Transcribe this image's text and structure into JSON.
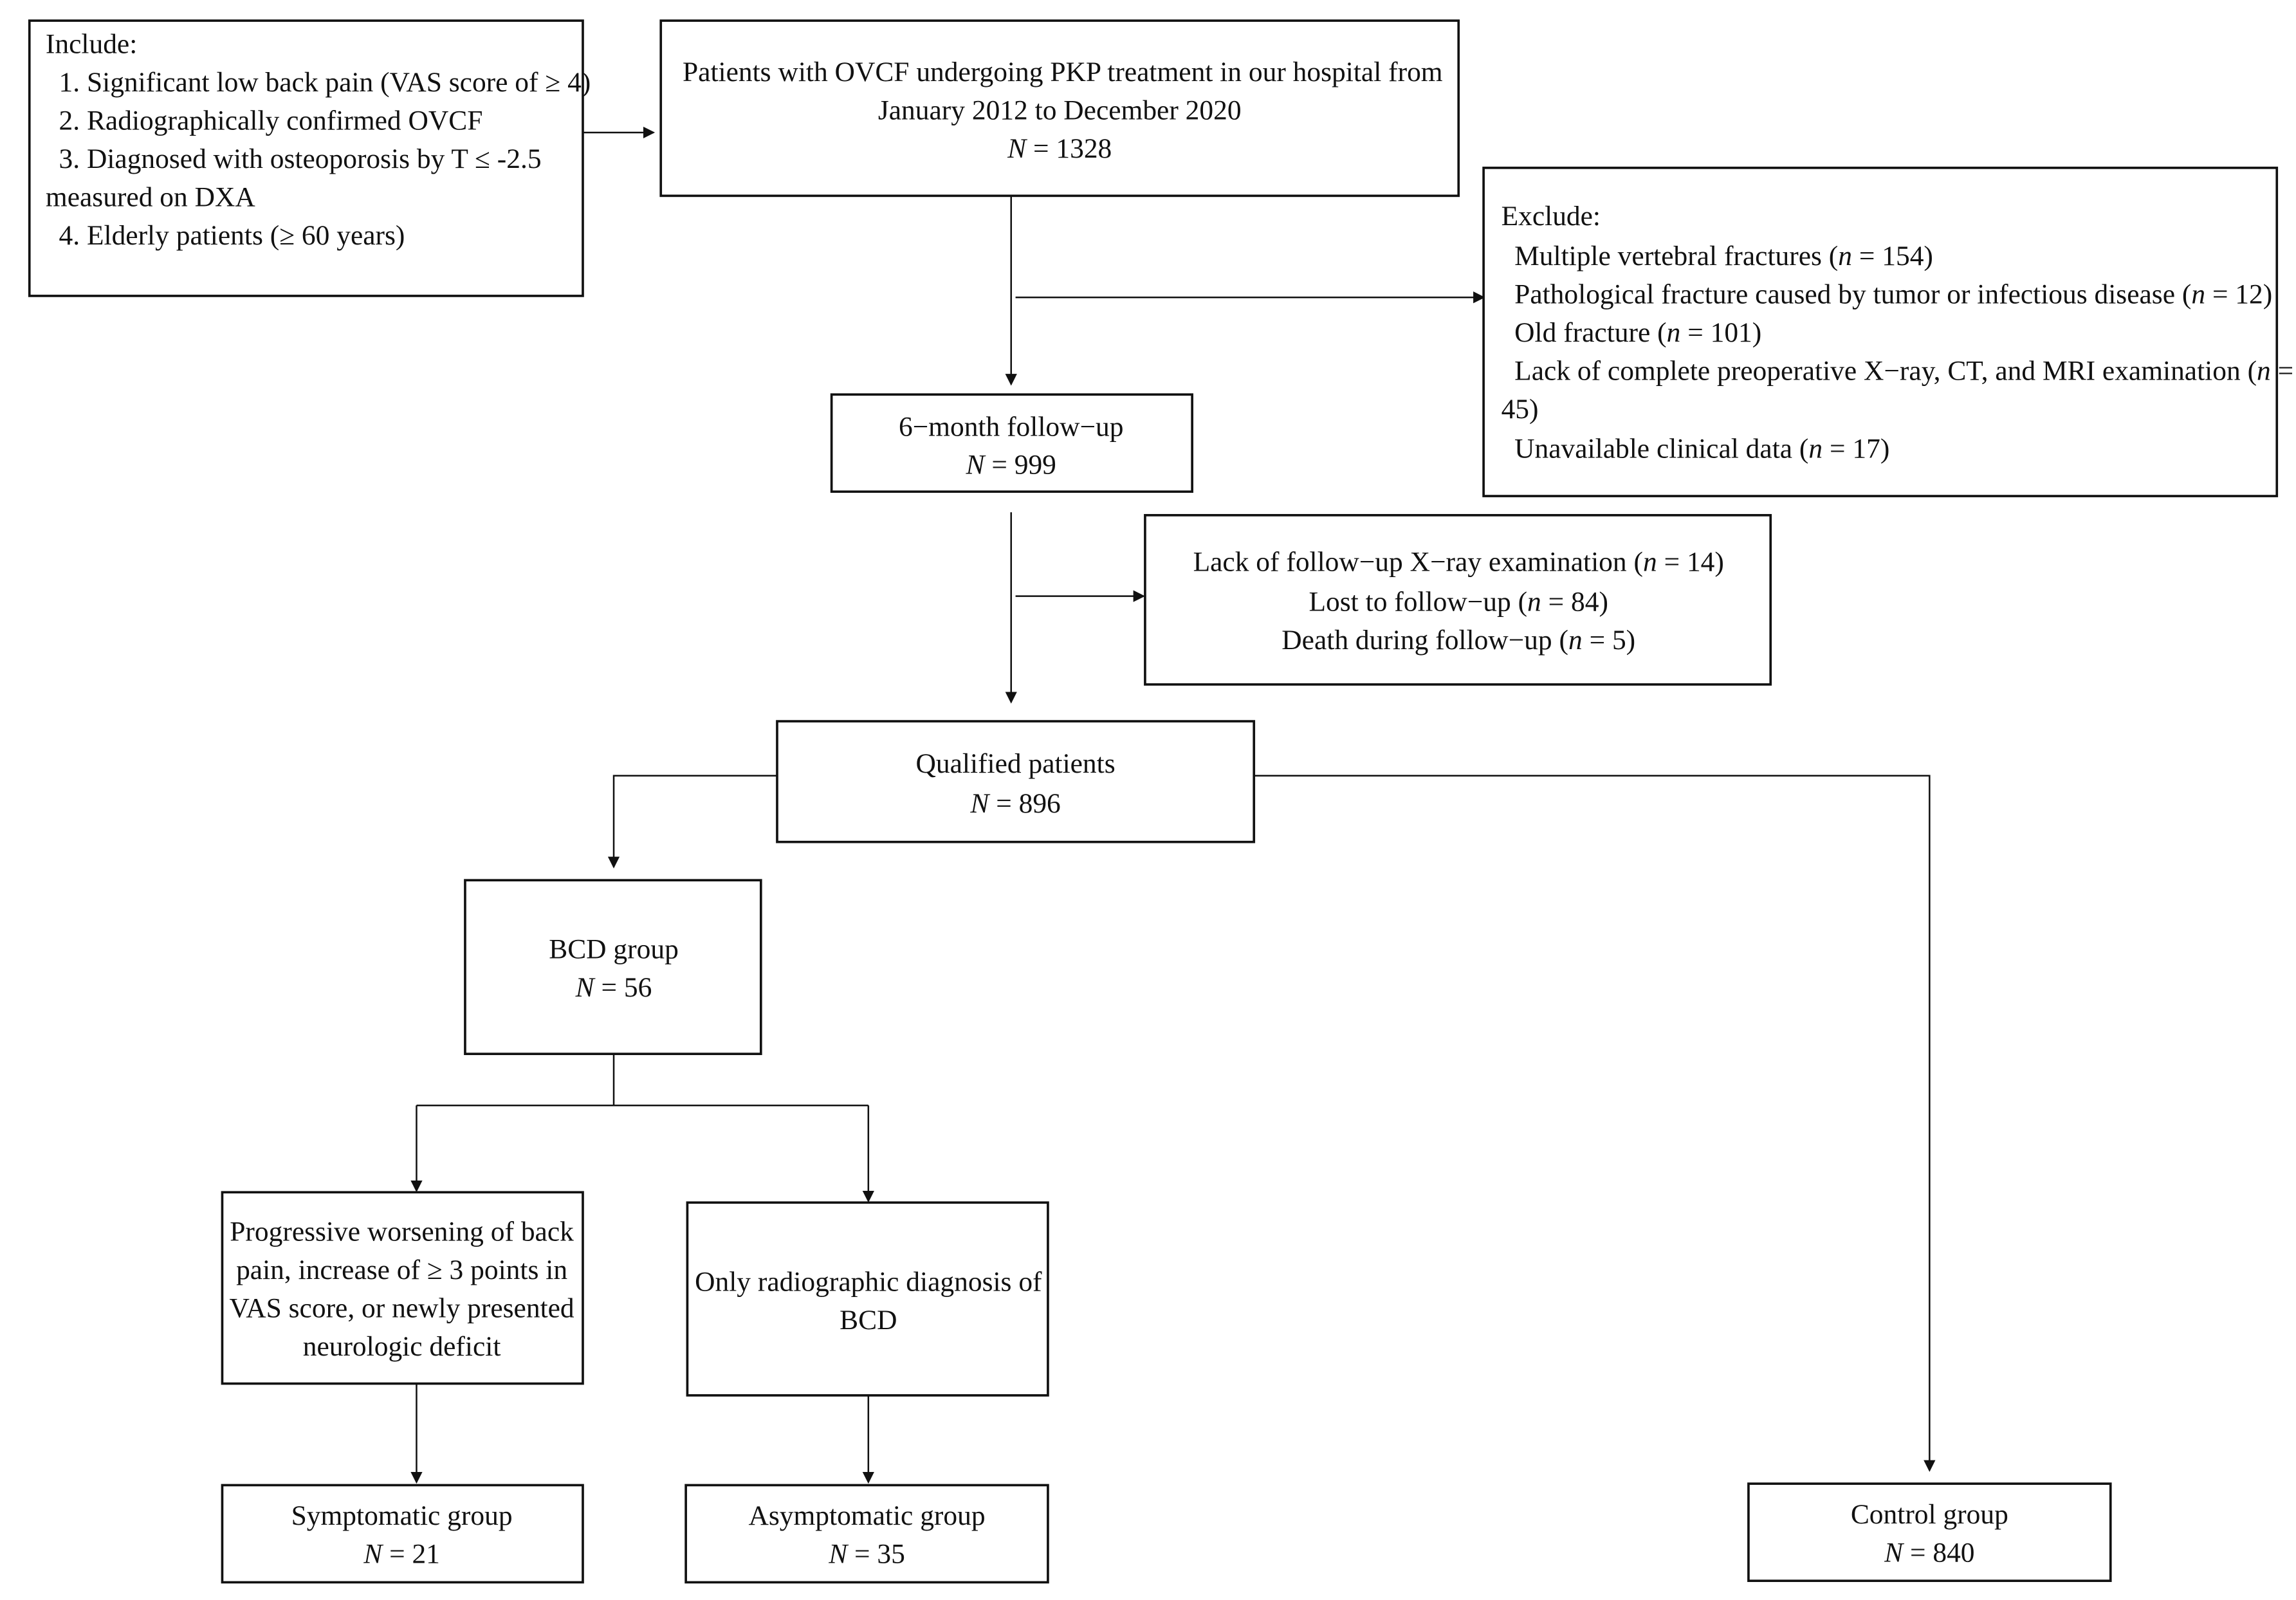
{
  "include": {
    "lines": [
      "Include:",
      "1. Significant low back pain (VAS score of ≥ 4)",
      "2. Radiographically confirmed OVCF",
      "3. Diagnosed with osteoporosis by T ≤ -2.5",
      "measured on DXA",
      "4. Elderly patients (≥ 60 years)"
    ]
  },
  "patients": {
    "lines": [
      "Patients with OVCF undergoing PKP treatment in our hospital from",
      "January 2012 to December 2020",
      "N = 1328"
    ]
  },
  "exclude": {
    "lines": [
      "Exclude:",
      "Multiple vertebral fractures (n = 154)",
      "Pathological fracture caused by tumor or infectious disease (n = 12)",
      "Old fracture (n = 101)",
      "Lack of complete preoperative X−ray, CT, and MRI examination (n =",
      "45)",
      "Unavailable clinical data (n = 17)"
    ]
  },
  "followup": {
    "lines": [
      "6−month follow−up",
      "N = 999"
    ]
  },
  "lost": {
    "lines": [
      "Lack of follow−up X−ray examination (n = 14)",
      "Lost to follow−up (n = 84)",
      "Death during follow−up (n = 5)"
    ]
  },
  "qualified": {
    "lines": [
      "Qualified patients",
      "N = 896"
    ]
  },
  "bcd": {
    "lines": [
      "BCD group",
      "N = 56"
    ]
  },
  "progressive": {
    "lines": [
      "Progressive worsening of back",
      "pain, increase of ≥ 3 points in",
      "VAS score, or newly presented",
      "neurologic deficit"
    ]
  },
  "radiographic": {
    "lines": [
      "Only radiographic diagnosis of",
      "BCD"
    ]
  },
  "symptomatic": {
    "lines": [
      "Symptomatic group",
      "N = 21"
    ]
  },
  "asymptomatic": {
    "lines": [
      "Asymptomatic group",
      "N = 35"
    ]
  },
  "control": {
    "lines": [
      "Control group",
      "N = 840"
    ]
  }
}
